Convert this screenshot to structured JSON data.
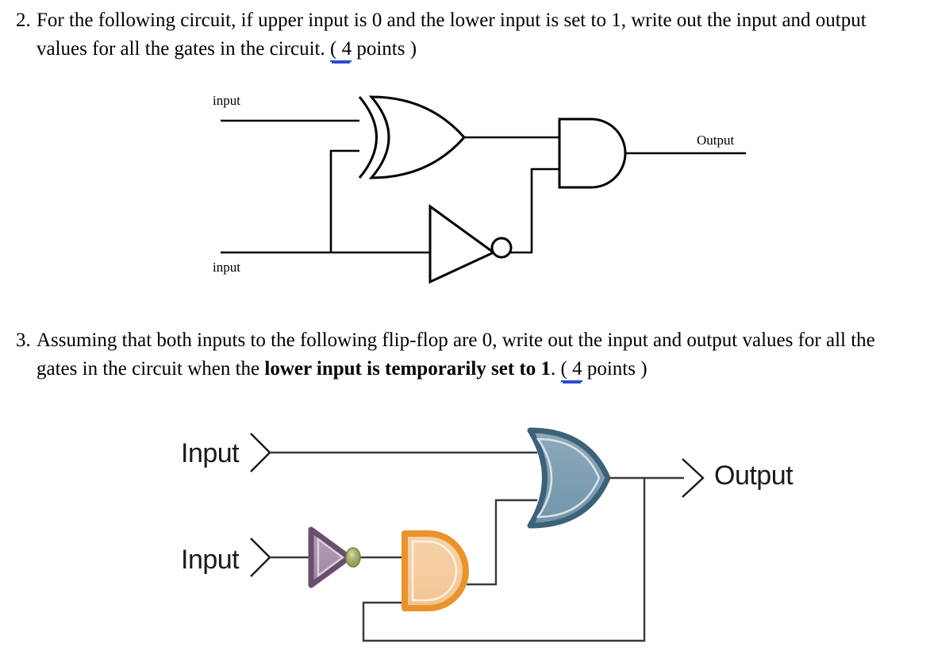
{
  "document": {
    "type": "homework-worksheet",
    "questions": [
      {
        "number": "2.",
        "text_before": "For the following circuit, if upper input is 0 and the lower input is set to 1, write out the input and output values for all the gates in the circuit. ",
        "underlined": "( 4",
        "text_after": " points )",
        "bold_segment": ""
      },
      {
        "number": "3.",
        "text_before": "Assuming that both inputs to the following flip-flop are 0, write out the input and output values for all the gates in the circuit when the ",
        "bold_segment": "lower input is temporarily set to 1",
        "text_mid": ". ",
        "underlined": "( 4",
        "text_after": " points )"
      }
    ]
  },
  "circuit_1": {
    "name": "combinational-circuit",
    "labels": {
      "input_top": "input",
      "input_bottom": "input",
      "output": "Output"
    },
    "gates": [
      {
        "id": "xor-gate",
        "type": "XOR",
        "inputs": 2
      },
      {
        "id": "not-gate",
        "type": "NOT",
        "inputs": 1
      },
      {
        "id": "and-gate",
        "type": "AND",
        "inputs": 2
      }
    ],
    "style": {
      "line_color": "#000000",
      "fill_color": "#ffffff"
    }
  },
  "circuit_2": {
    "name": "flip-flop-circuit",
    "labels": {
      "input_top": "Input",
      "input_bottom": "Input",
      "output": "Output"
    },
    "gates": [
      {
        "id": "or-gate",
        "type": "OR",
        "fill": "#7f9fb2",
        "stroke": "#3d6278",
        "inputs": 2
      },
      {
        "id": "not-gate",
        "type": "NOT",
        "fill": "#a894ad",
        "stroke": "#6a4e6d",
        "bubble_fill": "#949e58",
        "inputs": 1
      },
      {
        "id": "and-gate",
        "type": "AND",
        "fill": "#f5cca0",
        "stroke": "#e8932e",
        "inputs": 2
      }
    ],
    "style": {
      "wire_color": "#3a3a3a"
    }
  },
  "colors": {
    "text": "#000000",
    "underline_blue": "#2c4bd4",
    "or_gate_fill": "#7f9fb2",
    "or_gate_stroke": "#3d6278",
    "and_gate_fill": "#f5cca0",
    "and_gate_stroke": "#e8932e",
    "not_gate_fill": "#a894ad",
    "not_gate_stroke": "#6a4e6d",
    "bubble_fill": "#949e58",
    "wire": "#3a3a3a"
  }
}
